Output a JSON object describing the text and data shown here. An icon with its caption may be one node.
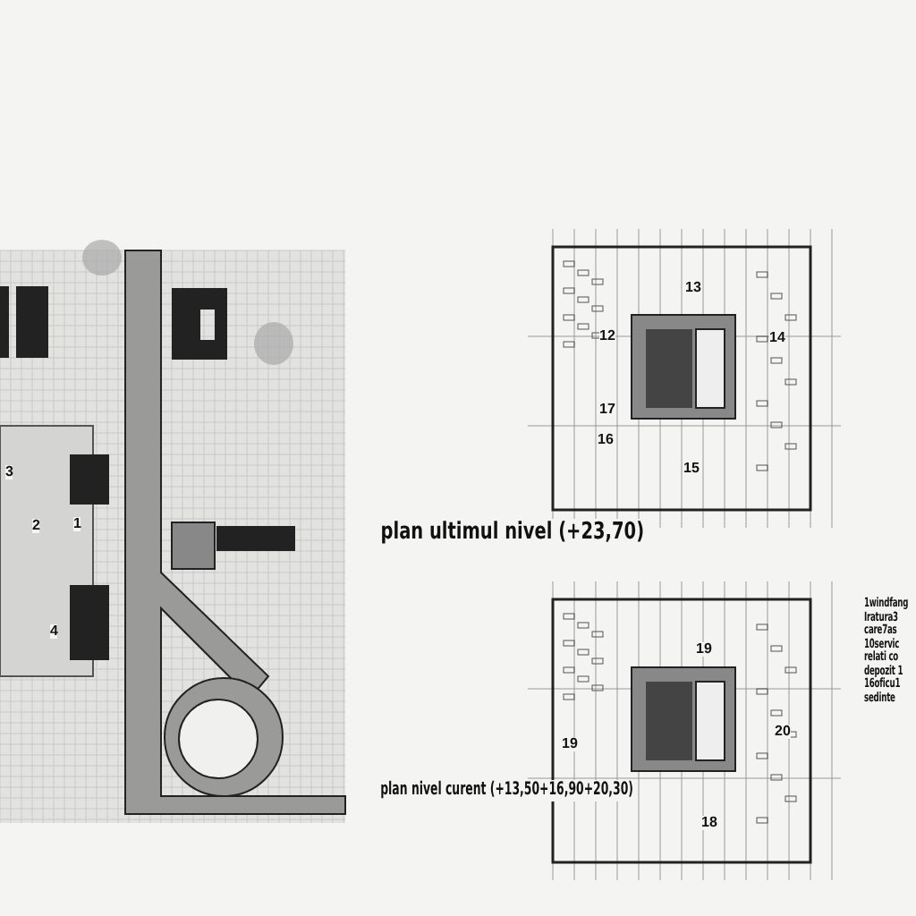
{
  "diagram": {
    "labels": [
      "3",
      "2",
      "1",
      "4",
      "13",
      "12",
      "14",
      "17",
      "16",
      "15",
      "plan ultimul nivel (+23,70)",
      "19",
      "19",
      "20",
      "18",
      "plan nivel curent (+13,50+16,90+20,30)",
      "1windfang",
      "Iratura3",
      "care7as",
      "10servic",
      "relati co",
      "depozit 1",
      "16oficu1",
      "sedinte"
    ]
  }
}
